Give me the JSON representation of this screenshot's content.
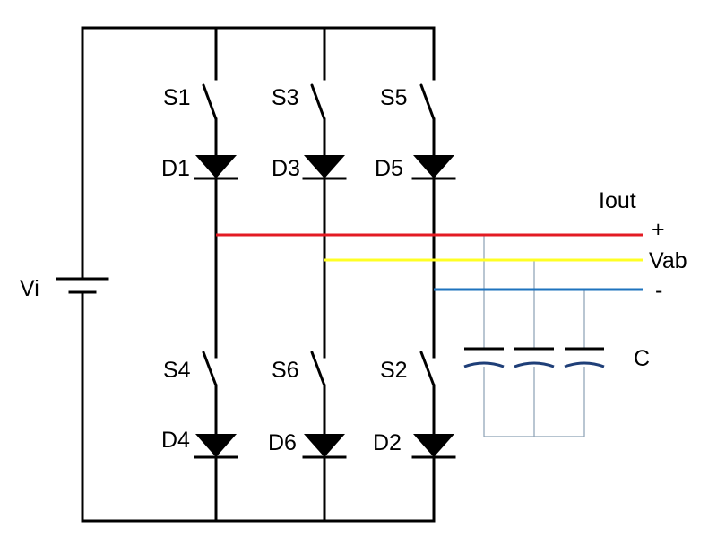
{
  "source": {
    "label": "Vi"
  },
  "switches": [
    {
      "id": "s1",
      "label": "S1"
    },
    {
      "id": "s3",
      "label": "S3"
    },
    {
      "id": "s5",
      "label": "S5"
    },
    {
      "id": "s4",
      "label": "S4"
    },
    {
      "id": "s6",
      "label": "S6"
    },
    {
      "id": "s2",
      "label": "S2"
    }
  ],
  "diodes": [
    {
      "id": "d1",
      "label": "D1"
    },
    {
      "id": "d3",
      "label": "D3"
    },
    {
      "id": "d5",
      "label": "D5"
    },
    {
      "id": "d4",
      "label": "D4"
    },
    {
      "id": "d6",
      "label": "D6"
    },
    {
      "id": "d2",
      "label": "D2"
    }
  ],
  "output": {
    "current_label": "Iout",
    "plus_label": "+",
    "voltage_label": "Vab",
    "minus_label": "-",
    "capacitor_label": "C"
  },
  "colors": {
    "phase_a": "#e31b23",
    "phase_b": "#ffff24",
    "phase_c": "#1e73be",
    "wire": "#000000",
    "capacitor_plate_lower": "#1f3f78",
    "capacitor_lead": "#8aa0b4"
  }
}
